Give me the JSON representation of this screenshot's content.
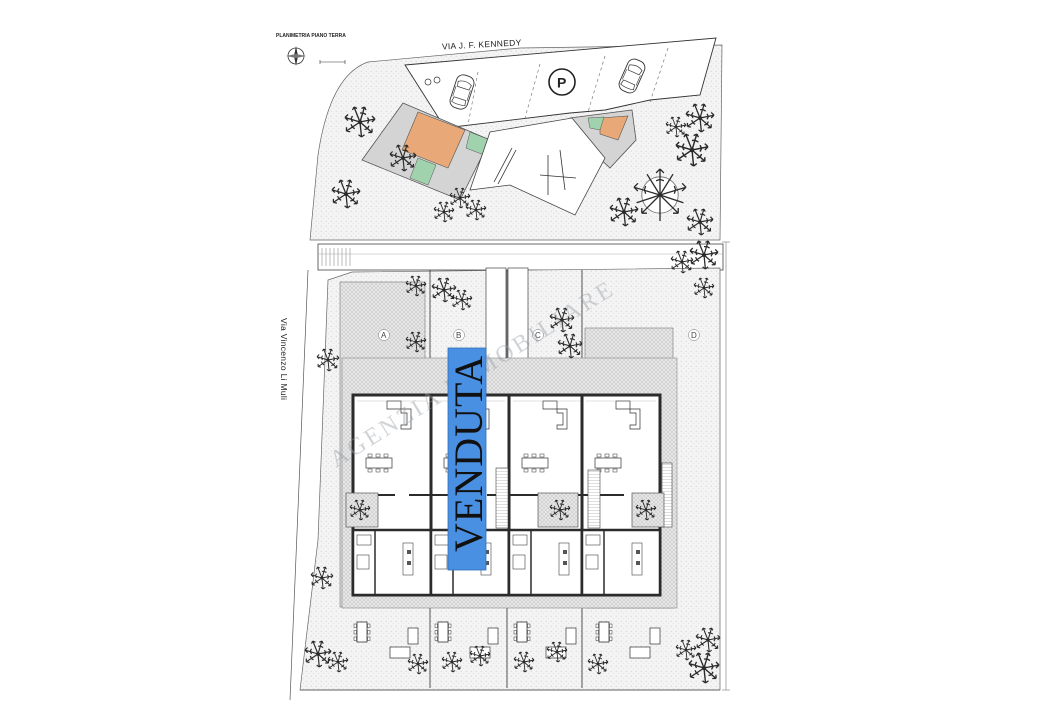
{
  "plan": {
    "title": "PLANIMETRIA PIANO TERRA",
    "street_north": "VIA J. F. KENNEDY",
    "street_west": "Via Vincenzo Li Muli",
    "parking_symbol": "P",
    "units": [
      "A",
      "B",
      "C",
      "D"
    ],
    "sold_label": "VENDUTA",
    "watermark": "AGENZIA IMMOBILIARE",
    "colors": {
      "line": "#333333",
      "wall": "#2b2b2b",
      "hatch": "#bfbfbf",
      "gravel": "#d9d9d9",
      "terrace": "#e8a877",
      "lawn": "#9fd2ad",
      "sold_badge": "#4a90e2"
    },
    "icons": [
      "compass-icon",
      "car-icon",
      "palm-tree-icon",
      "shrub-icon",
      "table-icon",
      "stair-icon"
    ]
  }
}
